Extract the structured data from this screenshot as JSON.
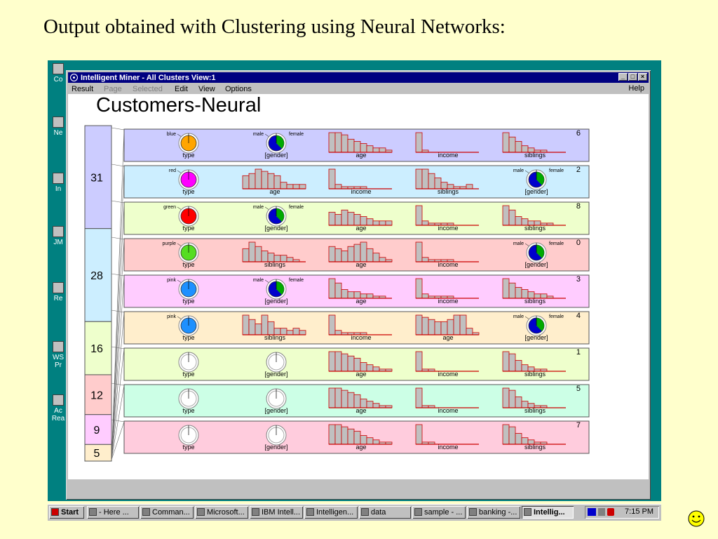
{
  "slide_title": "Output obtained with Clustering using Neural Networks:",
  "desktop_icons": [
    "Co",
    "Ne",
    "In",
    "JM",
    "Re",
    "WS Pr",
    "Ac Rea"
  ],
  "window": {
    "title": "Intelligent Miner - All Clusters View:1",
    "controls": [
      "_",
      "□",
      "×"
    ],
    "menu": [
      {
        "label": "Result",
        "enabled": true
      },
      {
        "label": "Page",
        "enabled": false
      },
      {
        "label": "Selected",
        "enabled": false
      },
      {
        "label": "Edit",
        "enabled": true
      },
      {
        "label": "View",
        "enabled": true
      },
      {
        "label": "Options",
        "enabled": true
      }
    ],
    "help_label": "Help"
  },
  "chart_title": "Customers-Neural",
  "chart_data": {
    "type": "cluster-view",
    "size_bar": [
      {
        "label": "31",
        "percent": 31,
        "color": "#ccccff"
      },
      {
        "label": "28",
        "percent": 28,
        "color": "#cceeff"
      },
      {
        "label": "16",
        "percent": 16,
        "color": "#eeffcc"
      },
      {
        "label": "12",
        "percent": 12,
        "color": "#ffcccc"
      },
      {
        "label": "9",
        "percent": 9,
        "color": "#ffccff"
      },
      {
        "label": "5",
        "percent": 5,
        "color": "#ffeecc"
      }
    ],
    "clusters": [
      {
        "id": "6",
        "color": "#ccccff",
        "fields": [
          {
            "kind": "pie",
            "label": "type",
            "top_left": "blue",
            "fill": "#ffa500"
          },
          {
            "kind": "pie",
            "label": "[gender]",
            "top_left": "male",
            "top_right": "female",
            "fill": "#00aa00",
            "secondary": "#0000cc"
          },
          {
            "kind": "hist",
            "label": "age",
            "values": [
              9,
              9,
              8,
              6,
              5,
              4,
              3,
              2,
              2,
              1
            ]
          },
          {
            "kind": "hist",
            "label": "income",
            "values": [
              9,
              1,
              0,
              0,
              0,
              0,
              0,
              0,
              0,
              0
            ]
          },
          {
            "kind": "hist",
            "label": "siblings",
            "values": [
              9,
              7,
              5,
              3,
              2,
              1,
              1,
              0,
              0,
              0
            ]
          }
        ]
      },
      {
        "id": "2",
        "color": "#cceeff",
        "fields": [
          {
            "kind": "pie",
            "label": "type",
            "top_left": "red",
            "fill": "#ff00ff"
          },
          {
            "kind": "hist",
            "label": "age",
            "values": [
              6,
              7,
              9,
              8,
              7,
              6,
              3,
              2,
              2,
              2
            ]
          },
          {
            "kind": "hist",
            "label": "income",
            "values": [
              9,
              2,
              1,
              1,
              1,
              1,
              0,
              0,
              0,
              0
            ]
          },
          {
            "kind": "hist",
            "label": "siblings",
            "values": [
              9,
              9,
              7,
              5,
              3,
              2,
              1,
              1,
              2,
              0
            ]
          },
          {
            "kind": "pie",
            "label": "[gender]",
            "top_left": "male",
            "top_right": "female",
            "fill": "#00aa00",
            "secondary": "#0000cc"
          }
        ]
      },
      {
        "id": "8",
        "color": "#eeffcc",
        "fields": [
          {
            "kind": "pie",
            "label": "type",
            "top_left": "green",
            "fill": "#ff0000"
          },
          {
            "kind": "pie",
            "label": "[gender]",
            "top_left": "male",
            "top_right": "female",
            "fill": "#00aa00",
            "secondary": "#0000cc"
          },
          {
            "kind": "hist",
            "label": "age",
            "values": [
              6,
              5,
              7,
              6,
              5,
              4,
              3,
              2,
              2,
              2
            ]
          },
          {
            "kind": "hist",
            "label": "income",
            "values": [
              9,
              2,
              1,
              1,
              1,
              1,
              0,
              0,
              0,
              0
            ]
          },
          {
            "kind": "hist",
            "label": "siblings",
            "values": [
              9,
              7,
              4,
              3,
              2,
              2,
              1,
              1,
              0,
              0
            ]
          }
        ]
      },
      {
        "id": "0",
        "color": "#ffcccc",
        "fields": [
          {
            "kind": "pie",
            "label": "type",
            "top_left": "purple",
            "fill": "#55dd22"
          },
          {
            "kind": "hist",
            "label": "siblings",
            "values": [
              6,
              9,
              7,
              5,
              4,
              3,
              3,
              2,
              1,
              0
            ]
          },
          {
            "kind": "hist",
            "label": "age",
            "values": [
              7,
              6,
              5,
              7,
              8,
              9,
              6,
              4,
              2,
              1
            ]
          },
          {
            "kind": "hist",
            "label": "income",
            "values": [
              9,
              2,
              1,
              1,
              1,
              1,
              0,
              0,
              0,
              0
            ]
          },
          {
            "kind": "pie",
            "label": "[gender]",
            "top_left": "male",
            "top_right": "female",
            "fill": "#00aa00",
            "secondary": "#0000cc"
          }
        ]
      },
      {
        "id": "3",
        "color": "#ffccff",
        "fields": [
          {
            "kind": "pie",
            "label": "type",
            "top_left": "pink",
            "fill": "#1e90ff"
          },
          {
            "kind": "pie",
            "label": "[gender]",
            "top_left": "male",
            "top_right": "female",
            "fill": "#00aa00",
            "secondary": "#0000cc"
          },
          {
            "kind": "hist",
            "label": "age",
            "values": [
              9,
              7,
              4,
              3,
              3,
              2,
              2,
              1,
              1,
              0
            ]
          },
          {
            "kind": "hist",
            "label": "income",
            "values": [
              9,
              2,
              1,
              1,
              1,
              1,
              0,
              0,
              0,
              0
            ]
          },
          {
            "kind": "hist",
            "label": "siblings",
            "values": [
              9,
              7,
              5,
              4,
              3,
              2,
              2,
              1,
              0,
              0
            ]
          }
        ]
      },
      {
        "id": "4",
        "color": "#ffeecc",
        "fields": [
          {
            "kind": "pie",
            "label": "type",
            "top_left": "pink",
            "fill": "#1e90ff"
          },
          {
            "kind": "pie",
            "label": "siblings",
            "top_left": "",
            "fill": "#ffeecc",
            "hidden": true
          },
          {
            "kind": "hist",
            "label": "siblings",
            "values": [
              9,
              7,
              5,
              9,
              6,
              3,
              3,
              2,
              3,
              2
            ]
          },
          {
            "kind": "hist",
            "label": "income",
            "values": [
              9,
              2,
              1,
              1,
              1,
              1,
              0,
              0,
              0,
              0
            ]
          },
          {
            "kind": "hist",
            "label": "age",
            "values": [
              9,
              8,
              7,
              6,
              6,
              7,
              9,
              9,
              3,
              1
            ]
          },
          {
            "kind": "pie",
            "label": "[gender]",
            "top_left": "male",
            "top_right": "female",
            "fill": "#00aa00",
            "secondary": "#0000cc"
          }
        ]
      },
      {
        "id": "1",
        "color": "#eeffcc",
        "fields": [
          {
            "kind": "pie",
            "label": "type",
            "top_left": "",
            "fill": "none"
          },
          {
            "kind": "pie",
            "label": "[gender]",
            "top_left": "",
            "fill": "none"
          },
          {
            "kind": "hist",
            "label": "age",
            "values": [
              9,
              9,
              8,
              7,
              6,
              4,
              3,
              2,
              1,
              1
            ]
          },
          {
            "kind": "hist",
            "label": "income",
            "values": [
              9,
              1,
              1,
              0,
              0,
              0,
              0,
              0,
              0,
              0
            ]
          },
          {
            "kind": "hist",
            "label": "siblings",
            "values": [
              9,
              8,
              5,
              3,
              2,
              1,
              1,
              0,
              0,
              0
            ]
          }
        ]
      },
      {
        "id": "5",
        "color": "#ccffe6",
        "fields": [
          {
            "kind": "pie",
            "label": "type",
            "top_left": "",
            "fill": "none"
          },
          {
            "kind": "pie",
            "label": "[gender]",
            "top_left": "",
            "fill": "none"
          },
          {
            "kind": "hist",
            "label": "age",
            "values": [
              9,
              9,
              8,
              7,
              6,
              4,
              3,
              2,
              1,
              1
            ]
          },
          {
            "kind": "hist",
            "label": "income",
            "values": [
              9,
              1,
              1,
              0,
              0,
              0,
              0,
              0,
              0,
              0
            ]
          },
          {
            "kind": "hist",
            "label": "siblings",
            "values": [
              9,
              8,
              5,
              3,
              2,
              1,
              1,
              0,
              0,
              0
            ]
          }
        ]
      },
      {
        "id": "7",
        "color": "#ffccdd",
        "fields": [
          {
            "kind": "pie",
            "label": "type",
            "top_left": "",
            "fill": "none"
          },
          {
            "kind": "pie",
            "label": "[gender]",
            "top_left": "",
            "fill": "none"
          },
          {
            "kind": "hist",
            "label": "age",
            "values": [
              9,
              9,
              8,
              7,
              6,
              4,
              3,
              2,
              1,
              1
            ]
          },
          {
            "kind": "hist",
            "label": "income",
            "values": [
              9,
              1,
              1,
              0,
              0,
              0,
              0,
              0,
              0,
              0
            ]
          },
          {
            "kind": "hist",
            "label": "siblings",
            "values": [
              9,
              8,
              5,
              3,
              2,
              1,
              1,
              0,
              0,
              0
            ]
          }
        ]
      }
    ]
  },
  "taskbar": {
    "start_label": "Start",
    "buttons": [
      {
        "label": "- Here ...",
        "active": false
      },
      {
        "label": "Comman...",
        "active": false
      },
      {
        "label": "Microsoft...",
        "active": false
      },
      {
        "label": "IBM Intell...",
        "active": false
      },
      {
        "label": "Intelligen...",
        "active": false
      },
      {
        "label": "data",
        "active": false
      },
      {
        "label": "sample - ...",
        "active": false
      },
      {
        "label": "banking -...",
        "active": false
      },
      {
        "label": "Intellig...",
        "active": true
      }
    ],
    "clock": "7:15 PM"
  }
}
